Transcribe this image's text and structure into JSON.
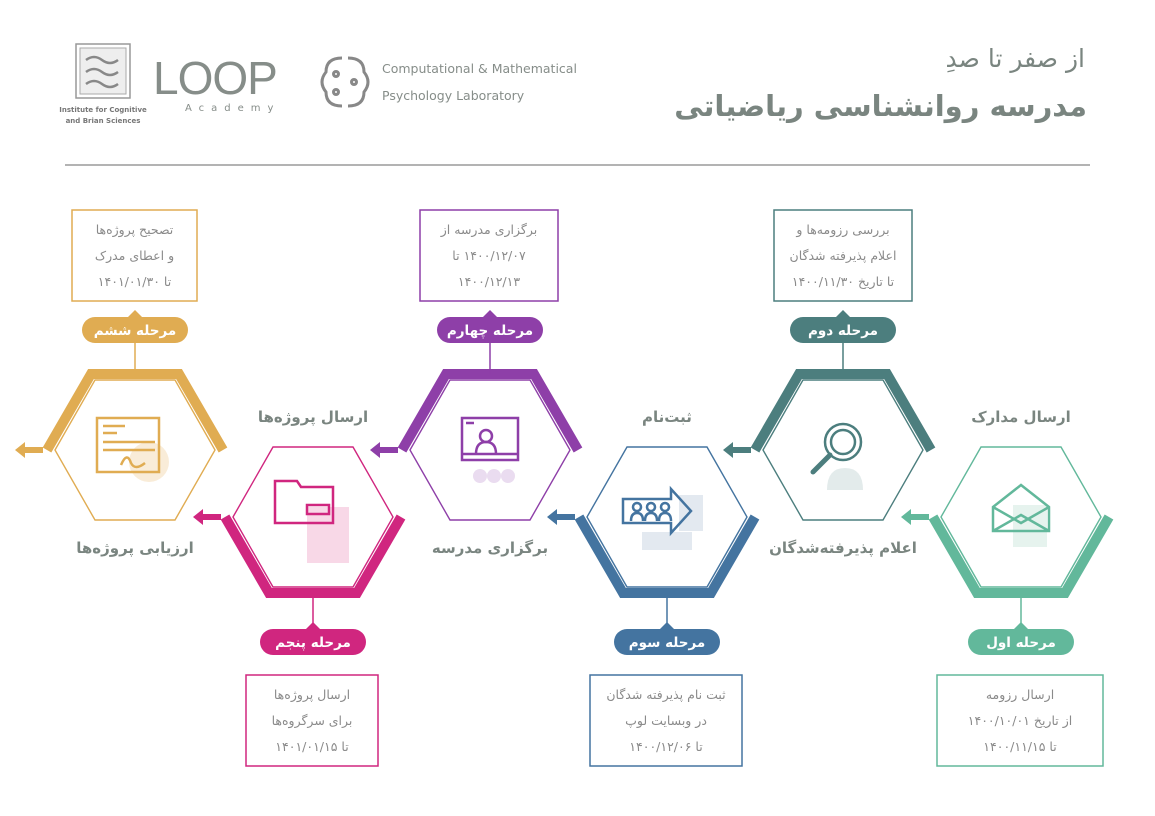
{
  "header": {
    "title_line1": "از صفر تا صدِ",
    "title_line2": "مدرسه روانشناسی ریاضیاتی",
    "logos": {
      "institute_caption_1": "Institute for Cognitive",
      "institute_caption_2": "and Brian Sciences",
      "loop_name": "LOOP",
      "loop_sub": "Academy",
      "lab_line1": "Computational & Mathematical",
      "lab_line2": "Psychology Laboratory"
    }
  },
  "stages": [
    {
      "badge": "مرحله اول",
      "label": "ارسال مدارک",
      "box": [
        "ارسال رزومه",
        "از تاریخ ۱۴۰۰/۱۰/۰۱",
        "تا ۱۴۰۰/۱۱/۱۵"
      ],
      "color": "#62B89B",
      "icon": "envelope-icon"
    },
    {
      "badge": "مرحله دوم",
      "label": "اعلام پذیرفته‌شدگان",
      "box": [
        "بررسی رزومه‌ها و",
        "اعلام پذیرفته شدگان",
        "تا تاریخ ۱۴۰۰/۱۱/۳۰"
      ],
      "color": "#4C7E7E",
      "icon": "magnifier-user-icon"
    },
    {
      "badge": "مرحله سوم",
      "label": "ثبت‌نام",
      "box": [
        "ثبت نام پذیرفته شدگان",
        "در وبسایت لوپ",
        "تا ۱۴۰۰/۱۲/۰۶"
      ],
      "color": "#4474A0",
      "icon": "group-arrow-icon"
    },
    {
      "badge": "مرحله چهارم",
      "label": "برگزاری مدرسه",
      "box": [
        "برگزاری مدرسه از",
        "۱۴۰۰/۱۲/۰۷ تا",
        "۱۴۰۰/۱۲/۱۳"
      ],
      "color": "#8E3FA8",
      "icon": "online-class-icon"
    },
    {
      "badge": "مرحله پنجم",
      "label": "ارسال پروژه‌ها",
      "box": [
        "ارسال پروژه‌ها",
        "برای سرگروه‌ها",
        "تا ۱۴۰۱/۰۱/۱۵"
      ],
      "color": "#D0267F",
      "icon": "folder-document-icon"
    },
    {
      "badge": "مرحله ششم",
      "label": "ارزیابی پروژه‌ها",
      "box": [
        "تصحیح پروژه‌ها",
        "و اعطای مدرک",
        "تا ۱۴۰۱/۰۱/۳۰"
      ],
      "color": "#E0AC52",
      "icon": "certificate-icon"
    }
  ],
  "colors": {
    "title": "#7A8580",
    "text": "#8A8A8A",
    "divider": "#9A9A9A"
  }
}
